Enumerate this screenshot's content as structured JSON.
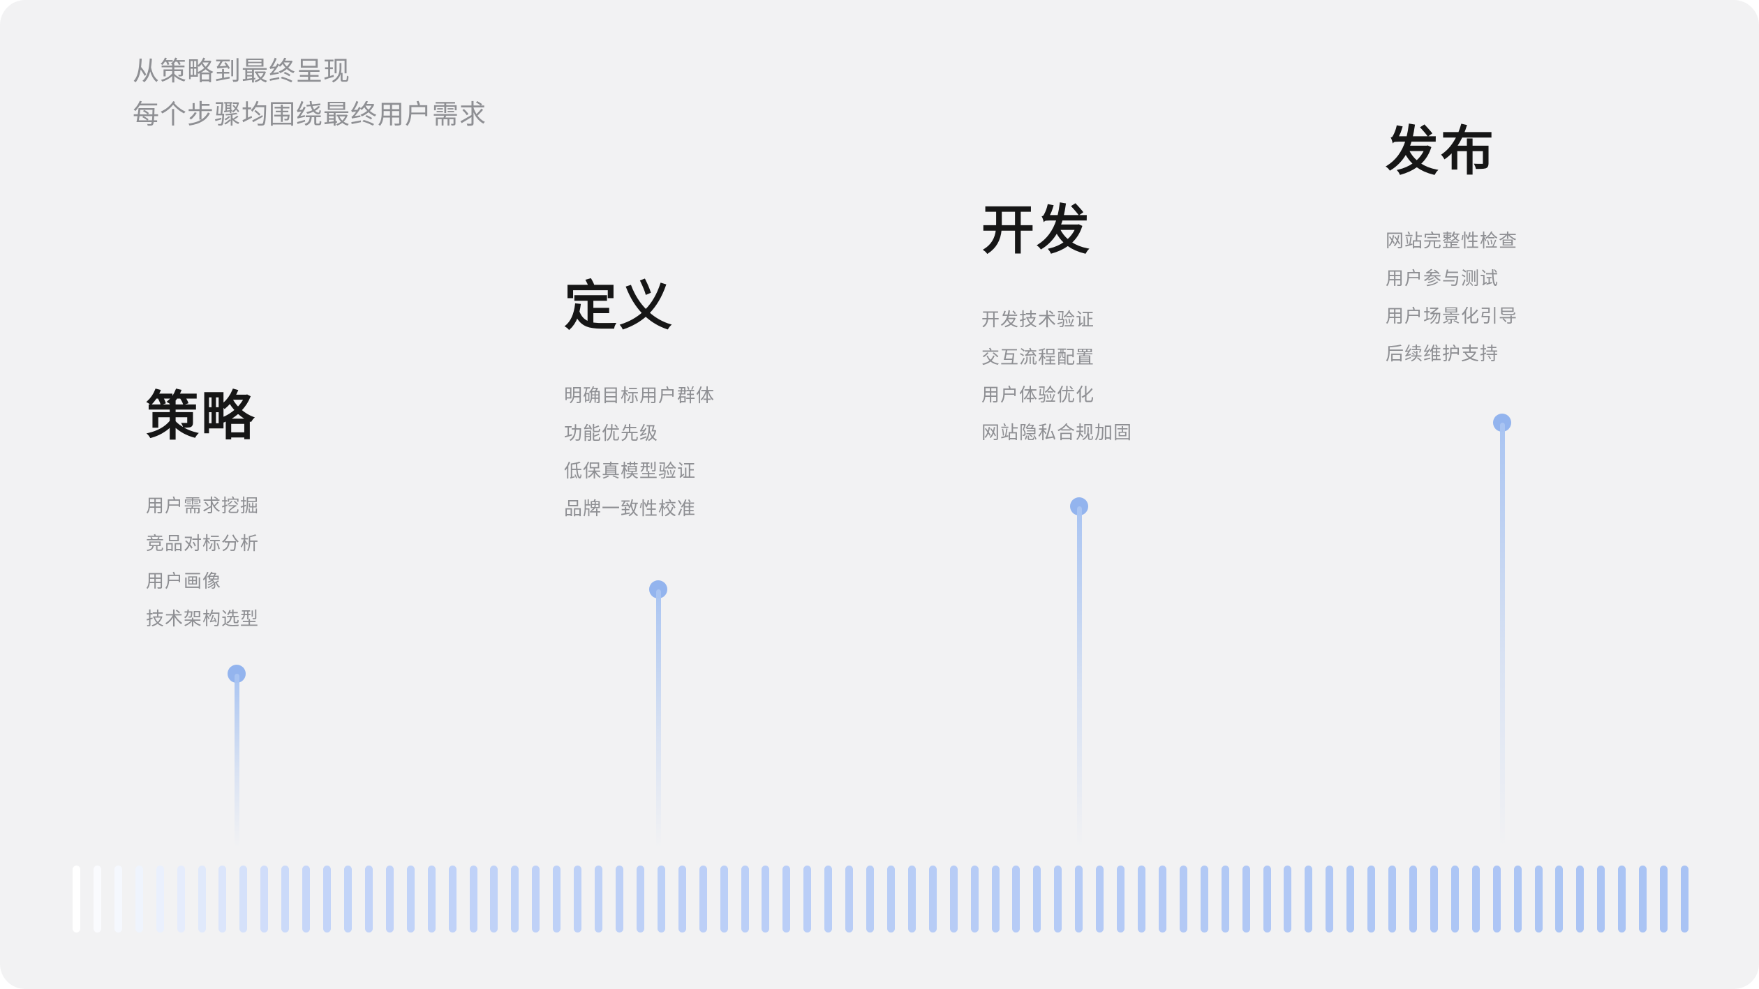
{
  "header": {
    "line1": "从策略到最终呈现",
    "line2": "每个步骤均围绕最终用户需求"
  },
  "stages": [
    {
      "title": "策略",
      "items": [
        "用户需求挖掘",
        "竞品对标分析",
        "用户画像",
        "技术架构选型"
      ]
    },
    {
      "title": "定义",
      "items": [
        "明确目标用户群体",
        "功能优先级",
        "低保真模型验证",
        "品牌一致性校准"
      ]
    },
    {
      "title": "开发",
      "items": [
        "开发技术验证",
        "交互流程配置",
        "用户体验优化",
        "网站隐私合规加固"
      ]
    },
    {
      "title": "发布",
      "items": [
        "网站完整性检查",
        "用户参与测试",
        "用户场景化引导",
        "后续维护支持"
      ]
    }
  ],
  "timeline": {
    "tick_count": 78
  },
  "colors": {
    "background": "#f2f2f3",
    "title_text": "#161616",
    "muted_text": "#8e8f93",
    "dot": "#93b4ee",
    "stem_top": "#a9c4f2",
    "tick_start": "#ffffff",
    "tick_mid": "#c3d4f8",
    "tick_end": "#a9c3f4"
  }
}
